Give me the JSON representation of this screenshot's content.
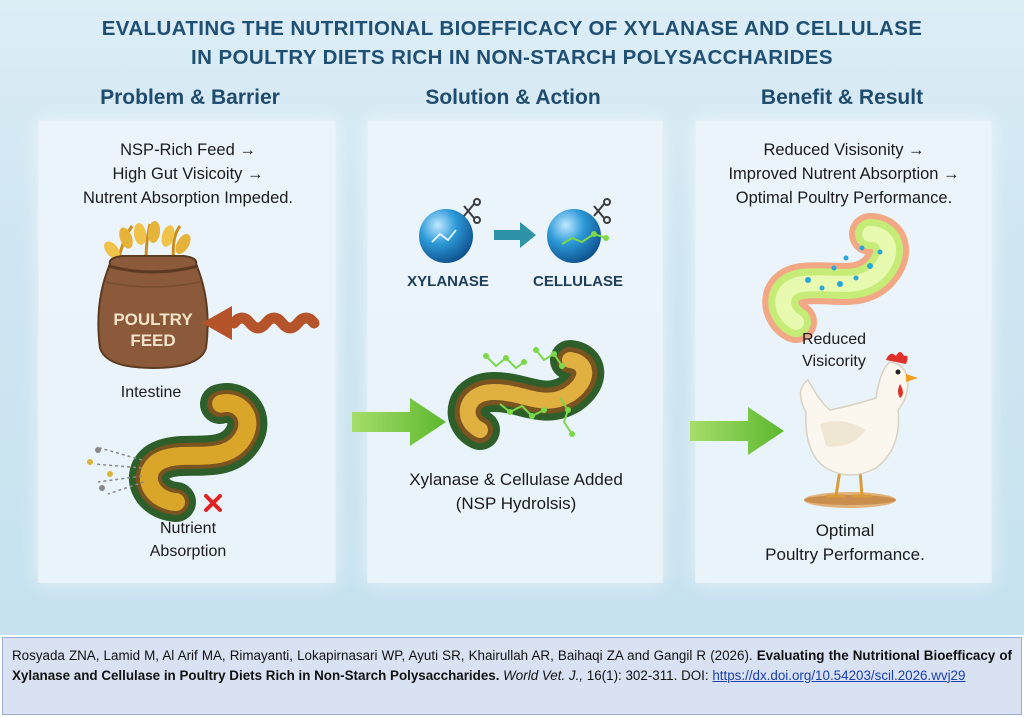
{
  "title": {
    "line1": "EVALUATING THE NUTRITIONAL BIOEFFICACY OF XYLANASE AND CELLULASE",
    "line2": "IN POULTRY DIETS RICH IN NON-STARCH POLYSACCHARIDES"
  },
  "columns": {
    "problem": {
      "heading": "Problem & Barrier",
      "text": [
        "NSP-Rich Feed →",
        "High Gut Visicoity →",
        "Nutrent Absorption Impeded."
      ],
      "feed_label": [
        "POULTRY",
        "FEED"
      ],
      "intestine_label": "Intestine",
      "absorption_label": [
        "Nutrient",
        "Absorption"
      ]
    },
    "solution": {
      "heading": "Solution & Action",
      "enzyme1": "XYLANASE",
      "enzyme2": "CELLULASE",
      "caption": [
        "Xylanase & Cellulase Added",
        "(NSP Hydrolsis)"
      ]
    },
    "benefit": {
      "heading": "Benefit & Result",
      "text": [
        "Reduced Visisonity →",
        "Improved Nutrent Absorption →",
        "Optimal Poultry Performance."
      ],
      "viscosity_label": [
        "Reduced",
        "Visicority"
      ],
      "performance_label": [
        "Optimal",
        "Poultry Performance."
      ]
    }
  },
  "citation": {
    "authors": "Rosyada ZNA, Lamid M, Al Arif MA, Rimayanti, Lokapirnasari WP, Ayuti SR, Khairullah AR, Baihaqi ZA and Gangil R (2026).",
    "article_title": "Evaluating the Nutritional Bioefficacy of Xylanase and Cellulase in Poultry Diets Rich in Non-Starch Polysaccharides.",
    "journal": "World Vet. J.,",
    "volume_pages": "16(1): 302-311. DOI:",
    "doi": "https://dx.doi.org/10.54203/scil.2026.wvj29"
  },
  "colors": {
    "title": "#1f4f72",
    "arrow_green": "#6cc33c",
    "arrow_teal": "#2e93a6",
    "wavy_arrow": "#b5532b",
    "gut_dark": "#2e5e2a",
    "gut_fill": "#d9a62a",
    "cross": "#e02424"
  }
}
